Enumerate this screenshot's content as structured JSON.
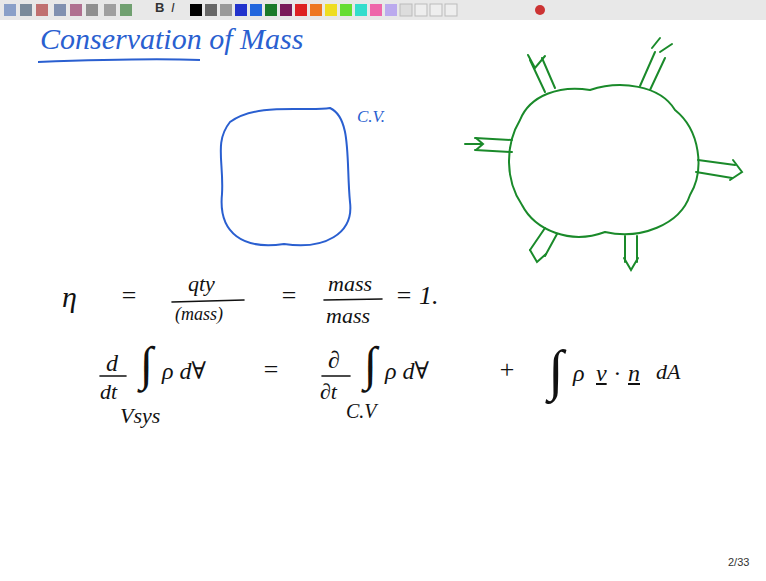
{
  "diagram": {
    "title": "Conservation of Mass",
    "nodes": [
      {
        "text": [
          "C.V."
        ]
      }
    ],
    "labels": [
      "B",
      "I",
      "η",
      "=",
      "qty",
      "(mass)",
      "=",
      "mass",
      "mass",
      "= 1.",
      "d",
      "dt",
      "∫",
      "ρ d∀",
      "Vsys",
      "=",
      "∂",
      "∂t",
      "∫",
      "ρ d∀",
      "C.V",
      "+",
      "∫",
      "ρ",
      "v",
      "·",
      "n",
      "dA",
      "2/33"
    ]
  }
}
